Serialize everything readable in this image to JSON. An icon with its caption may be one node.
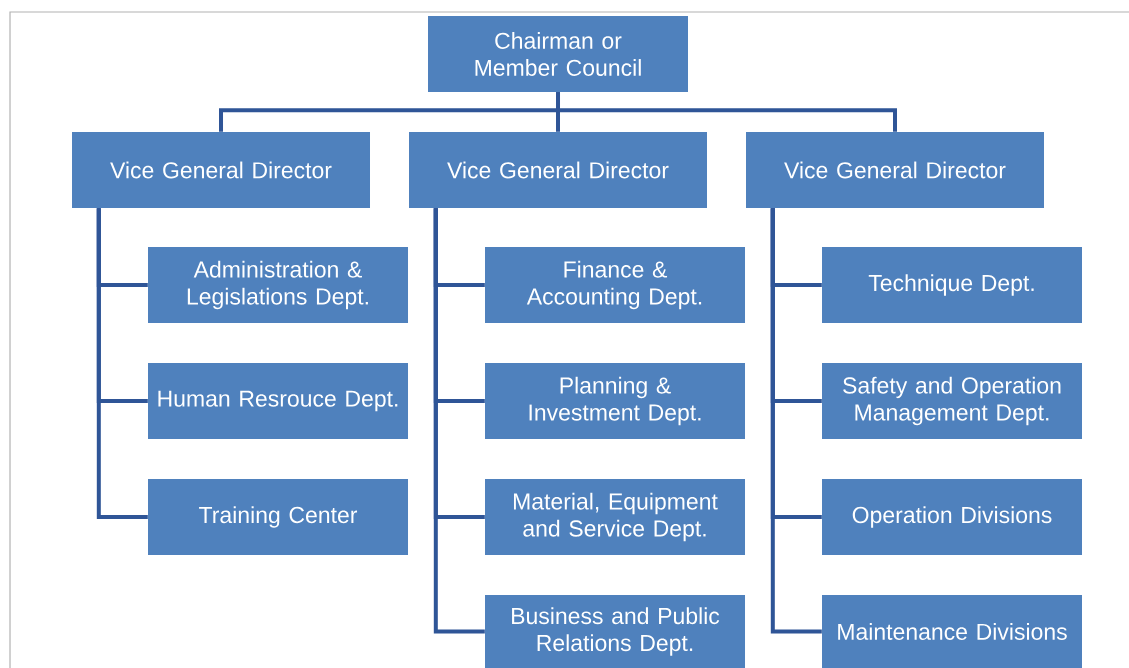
{
  "diagram": {
    "nodes": [
      {
        "text": [
          "Chairman or Member Council"
        ]
      },
      {
        "text": [
          "Vice General Director"
        ]
      },
      {
        "text": [
          "Vice General Director"
        ]
      },
      {
        "text": [
          "Vice General Director"
        ]
      },
      {
        "text": [
          "Administration & Legislations Dept."
        ]
      },
      {
        "text": [
          "Human Resrouce Dept."
        ]
      },
      {
        "text": [
          "Training Center"
        ]
      },
      {
        "text": [
          "Finance & Accounting Dept."
        ]
      },
      {
        "text": [
          "Planning & Investment Dept."
        ]
      },
      {
        "text": [
          "Material, Equipment and Service Dept."
        ]
      },
      {
        "text": [
          "Business and Public Relations Dept."
        ]
      },
      {
        "text": [
          "Technique Dept."
        ]
      },
      {
        "text": [
          "Safety and Operation Management Dept."
        ]
      },
      {
        "text": [
          "Operation Divisions"
        ]
      },
      {
        "text": [
          "Maintenance Divisions"
        ]
      }
    ],
    "edges": [
      {
        "from": 0,
        "to": 1,
        "arrow": "none"
      },
      {
        "from": 0,
        "to": 2,
        "arrow": "none"
      },
      {
        "from": 0,
        "to": 3,
        "arrow": "none"
      },
      {
        "from": 1,
        "to": 4,
        "arrow": "none"
      },
      {
        "from": 1,
        "to": 5,
        "arrow": "none"
      },
      {
        "from": 1,
        "to": 6,
        "arrow": "none"
      },
      {
        "from": 2,
        "to": 7,
        "arrow": "none"
      },
      {
        "from": 2,
        "to": 8,
        "arrow": "none"
      },
      {
        "from": 2,
        "to": 9,
        "arrow": "none"
      },
      {
        "from": 2,
        "to": 10,
        "arrow": "none"
      },
      {
        "from": 3,
        "to": 11,
        "arrow": "none"
      },
      {
        "from": 3,
        "to": 12,
        "arrow": "none"
      },
      {
        "from": 3,
        "to": 13,
        "arrow": "none"
      },
      {
        "from": 3,
        "to": 14,
        "arrow": "none"
      }
    ]
  }
}
